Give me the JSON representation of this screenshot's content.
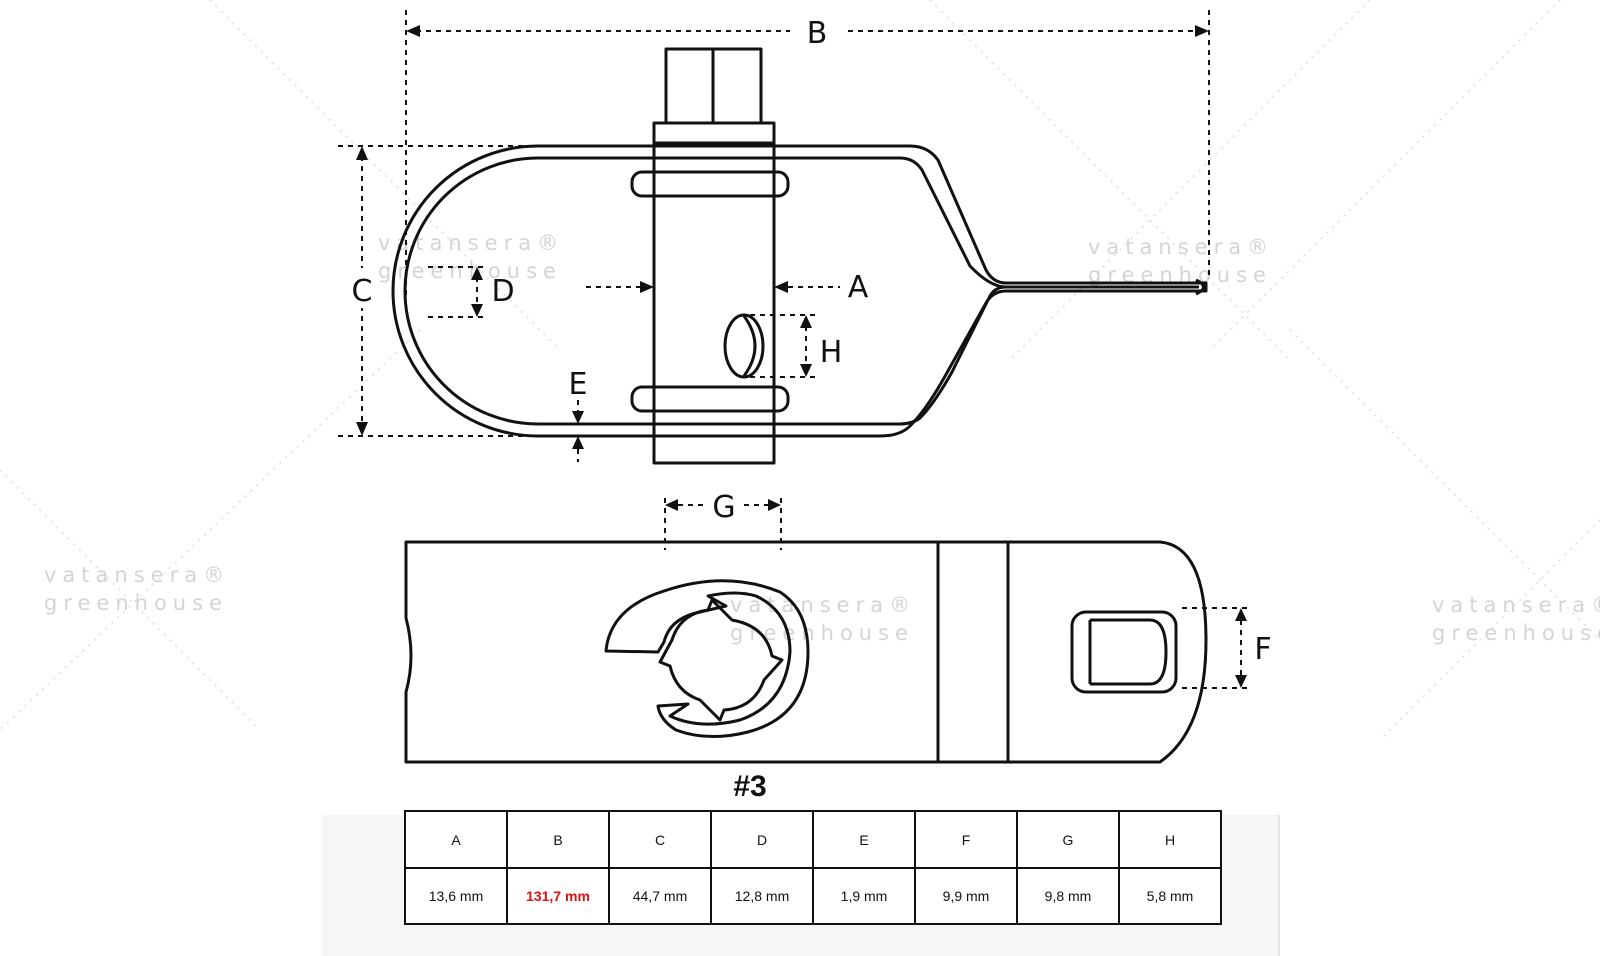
{
  "labels": {
    "A": "A",
    "B": "B",
    "C": "C",
    "D": "D",
    "E": "E",
    "F": "F",
    "G": "G",
    "H": "H"
  },
  "watermark": {
    "line1": "vatansera®",
    "line2": "greenhouse"
  },
  "model_title": "#3",
  "table": {
    "headers": [
      "A",
      "B",
      "C",
      "D",
      "E",
      "F",
      "G",
      "H"
    ],
    "values": [
      "13,6 mm",
      "131,7 mm",
      "44,7 mm",
      "12,8 mm",
      "1,9 mm",
      "9,9 mm",
      "9,8 mm",
      "5,8 mm"
    ],
    "highlight_column": "B",
    "highlight_color": "#e01010"
  },
  "colors": {
    "line": "#111111",
    "watermark": "#d4d4d4"
  }
}
